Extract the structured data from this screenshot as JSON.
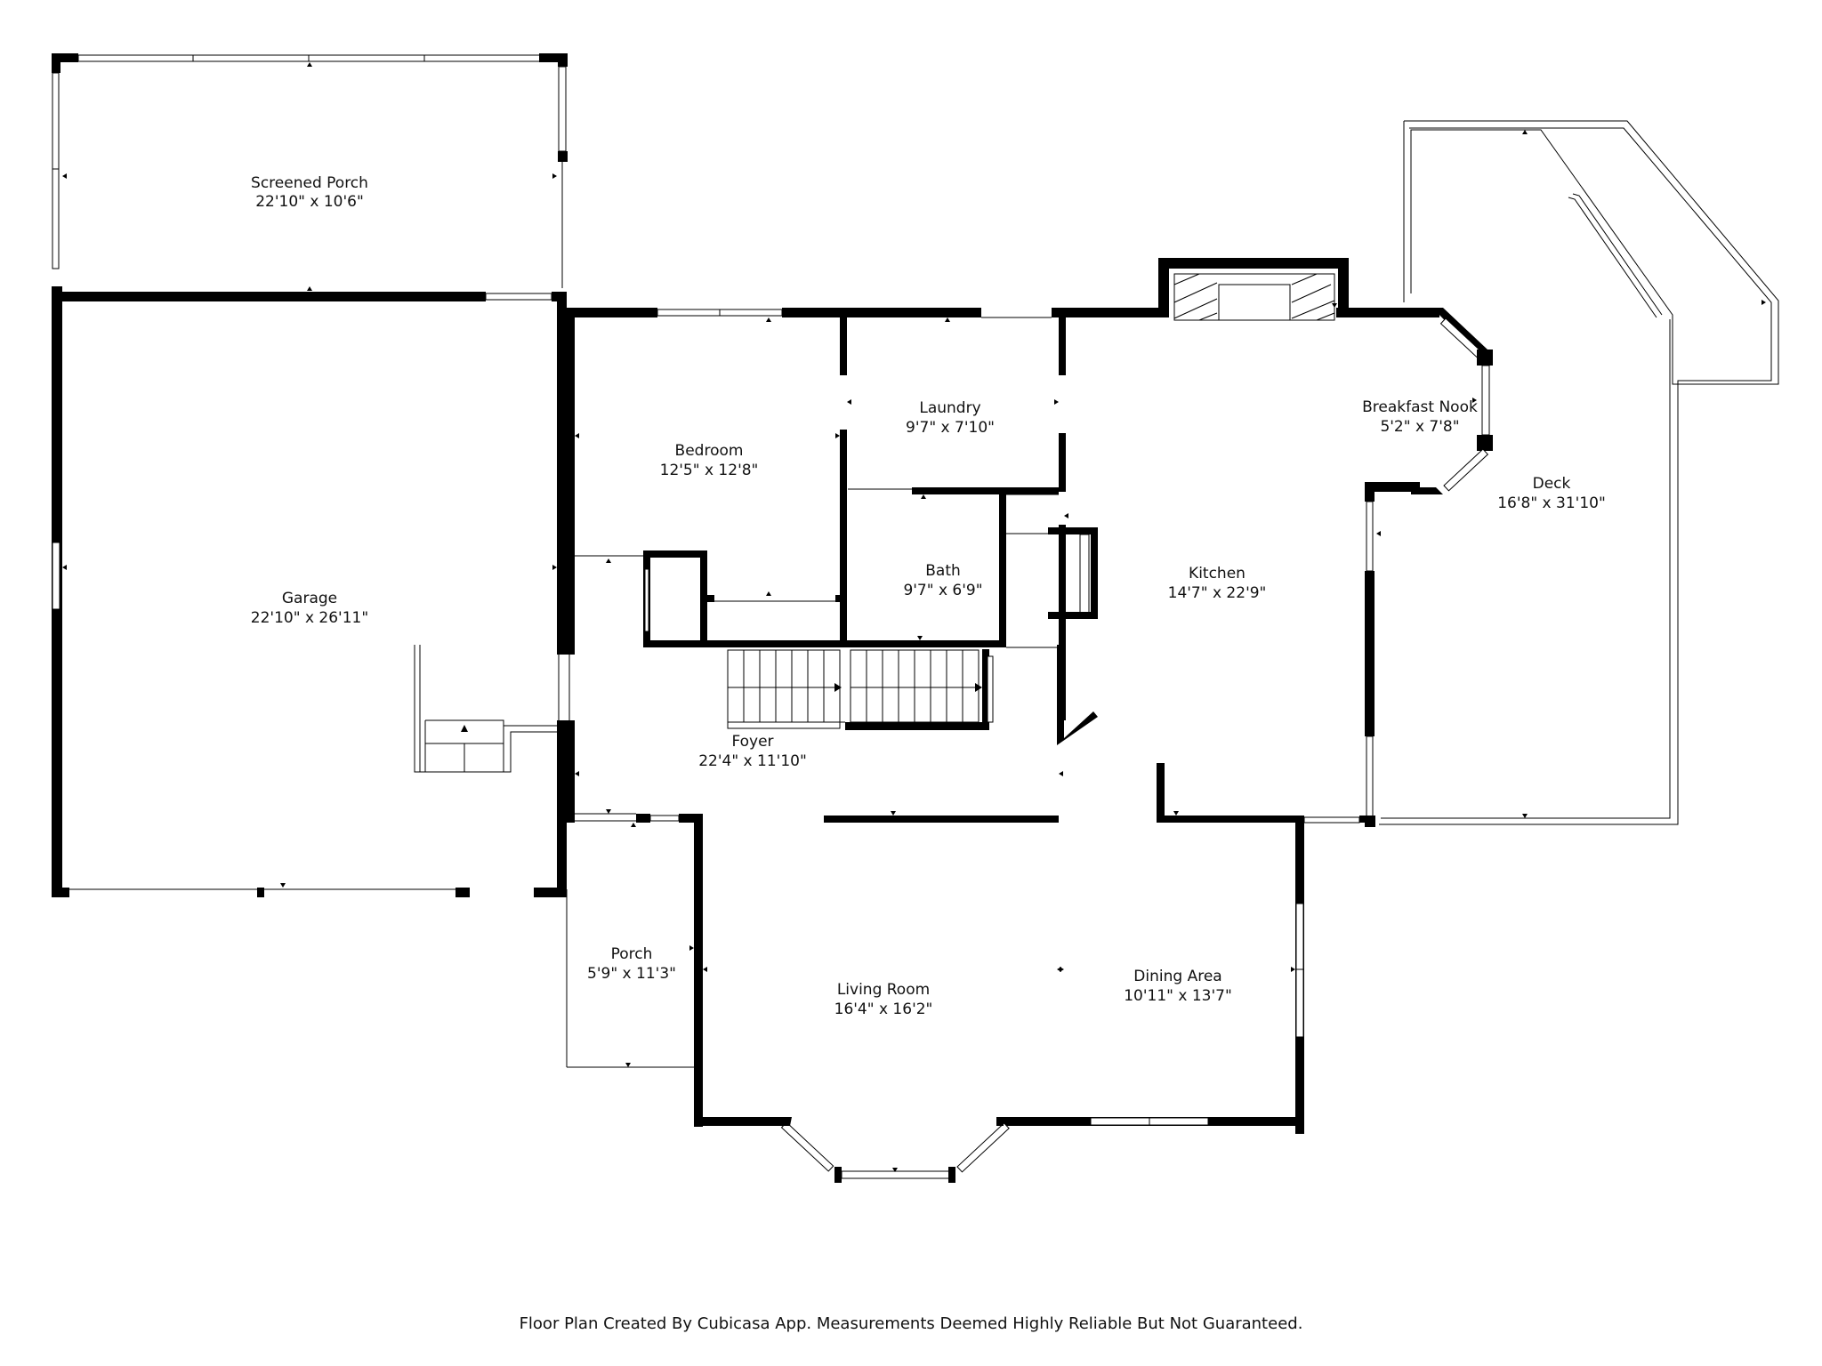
{
  "rooms": {
    "screened_porch": {
      "name": "Screened Porch",
      "size": "22'10\" x 10'6\""
    },
    "garage": {
      "name": "Garage",
      "size": "22'10\" x 26'11\""
    },
    "bedroom": {
      "name": "Bedroom",
      "size": "12'5\" x 12'8\""
    },
    "laundry": {
      "name": "Laundry",
      "size": "9'7\" x 7'10\""
    },
    "bath": {
      "name": "Bath",
      "size": "9'7\" x 6'9\""
    },
    "kitchen": {
      "name": "Kitchen",
      "size": "14'7\" x 22'9\""
    },
    "breakfast_nook": {
      "name": "Breakfast Nook",
      "size": "5'2\" x 7'8\""
    },
    "deck": {
      "name": "Deck",
      "size": "16'8\" x 31'10\""
    },
    "foyer": {
      "name": "Foyer",
      "size": "22'4\" x 11'10\""
    },
    "porch": {
      "name": "Porch",
      "size": "5'9\" x 11'3\""
    },
    "living_room": {
      "name": "Living Room",
      "size": "16'4\" x 16'2\""
    },
    "dining_area": {
      "name": "Dining Area",
      "size": "10'11\" x 13'7\""
    }
  },
  "footer": {
    "disclaimer": "Floor Plan Created By Cubicasa App. Measurements Deemed Highly Reliable But Not Guaranteed."
  }
}
